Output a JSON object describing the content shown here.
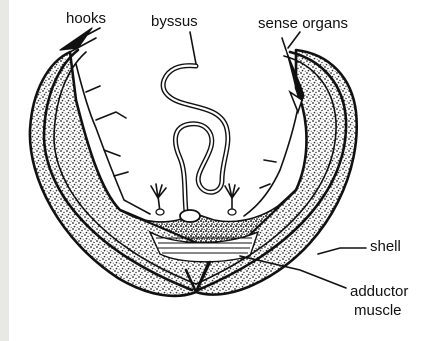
{
  "labels": {
    "hooks": "hooks",
    "byssus": "byssus",
    "sense_organs": "sense organs",
    "shell": "shell",
    "adductor_line1": "adductor",
    "adductor_line2": "muscle"
  },
  "colors": {
    "ink": "#111111",
    "paper": "#ffffff",
    "stipple": "#2a2a2a"
  }
}
